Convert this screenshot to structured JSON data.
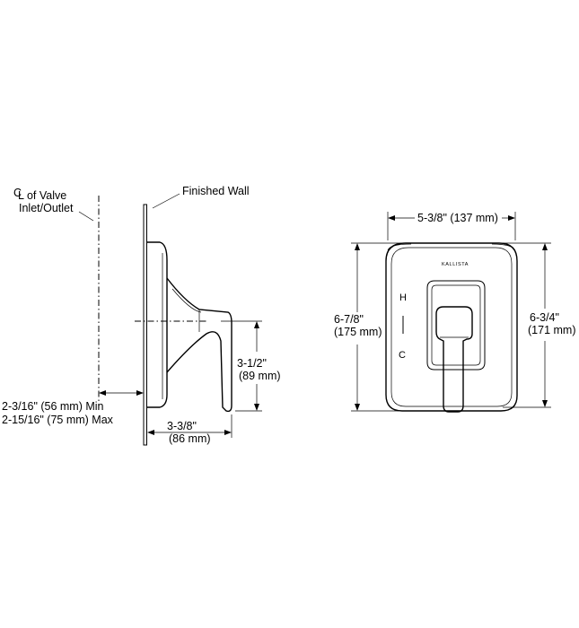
{
  "side_view": {
    "centerline_symbol": "C",
    "centerline_line1": "L of Valve",
    "centerline_line2": "Inlet/Outlet",
    "finished_wall": "Finished Wall",
    "height_imperial": "3-1/2\"",
    "height_metric": "(89 mm)",
    "depth_imperial": "3-3/8\"",
    "depth_metric": "(86 mm)",
    "rough_min": "2-3/16\" (56 mm) Min",
    "rough_max": "2-15/16\" (75 mm) Max"
  },
  "front_view": {
    "brand": "KALLISTA",
    "hot_label": "H",
    "cold_label": "C",
    "width": "5-3/8\" (137 mm)",
    "height_left_imperial": "6-7/8\"",
    "height_left_metric": "(175 mm)",
    "height_right_imperial": "6-3/4\"",
    "height_right_metric": "(171 mm)"
  }
}
